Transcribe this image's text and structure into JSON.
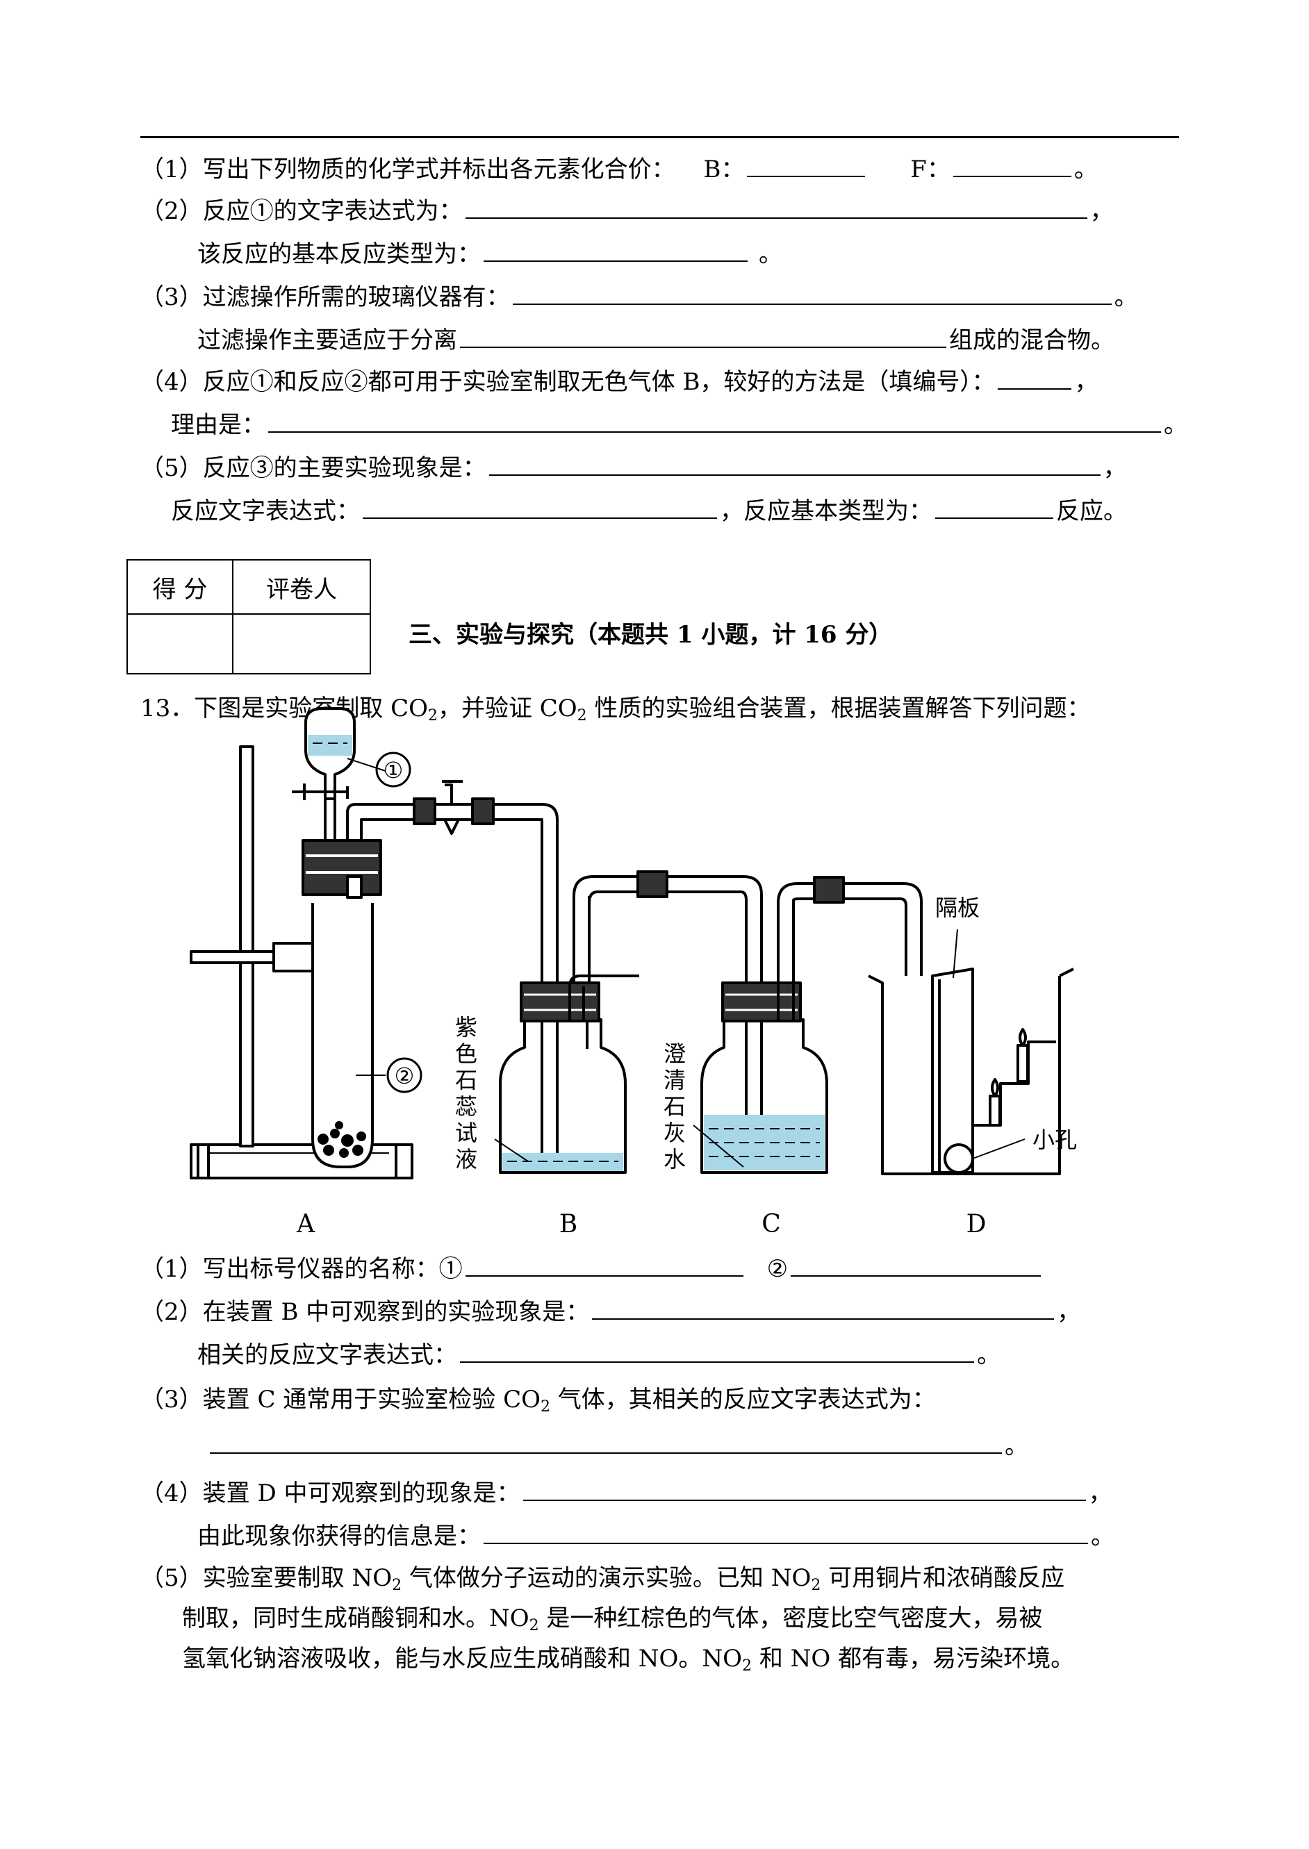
{
  "q12": {
    "p1_text": "（1）写出下列物质的化学式并标出各元素化合价：",
    "p1_b": "B：",
    "p1_f": "F：",
    "p1_end": "。",
    "p2_text": "（2）反应①的文字表达式为：",
    "p2_end": "，",
    "p2b_text": "该反应的基本反应类型为：",
    "p2b_end": "。",
    "p3_text": "（3）过滤操作所需的玻璃仪器有：",
    "p3_end": "。",
    "p3b_text": "过滤操作主要适应于分离",
    "p3b_end": "组成的混合物。",
    "p4_text": "（4）反应①和反应②都可用于实验室制取无色气体 B，较好的方法是（填编号）：",
    "p4_end": "，",
    "p4b_text": "理由是：",
    "p4b_end": "。",
    "p5_text": "（5）反应③的主要实验现象是：",
    "p5_end": "，",
    "p5b_text": "反应文字表达式：",
    "p5b_mid": "，反应基本类型为：",
    "p5b_end": "反应。"
  },
  "score_table": {
    "score_label": "得  分",
    "grader_label": "评卷人"
  },
  "section3": {
    "title": "三、实验与探究（本题共 1 小题，计 16 分）"
  },
  "q13": {
    "intro_a": "13．下图是实验室制取 CO",
    "intro_b": "，并验证 CO",
    "intro_c": " 性质的实验组合装置，根据装置解答下列问题：",
    "sub2": "2",
    "figure": {
      "label_1": "①",
      "label_2": "②",
      "label_partition": "隔板",
      "label_litmus": [
        "紫",
        "色",
        "石",
        "蕊",
        "试",
        "液"
      ],
      "label_limewater": [
        "澄",
        "清",
        "石",
        "灰",
        "水"
      ],
      "label_hole": "小孔",
      "app_A": "A",
      "app_B": "B",
      "app_C": "C",
      "app_D": "D"
    },
    "p1_text": "（1）写出标号仪器的名称：①",
    "p1_mid": "②",
    "p2_text": "（2）在装置 B 中可观察到的实验现象是：",
    "p2_end": "，",
    "p2b_text": "相关的反应文字表达式：",
    "p2b_end": "。",
    "p3_a": "（3）装置 C 通常用于实验室检验 CO",
    "p3_b": " 气体，其相关的反应文字表达式为：",
    "p3_end": "。",
    "p4_text": "（4）装置 D 中可观察到的现象是：",
    "p4_end": "，",
    "p4b_text": "由此现象你获得的信息是：",
    "p4b_end": "。",
    "p5_a": "（5）实验室要制取 NO",
    "p5_b": " 气体做分子运动的演示实验。已知 NO",
    "p5_c": " 可用铜片和浓硝酸反应",
    "p5_line2_a": "制取，同时生成硝酸铜和水。NO",
    "p5_line2_b": " 是一种红棕色的气体，密度比空气密度大，易被",
    "p5_line3_a": "氢氧化钠溶液吸收，能与水反应生成硝酸和 NO。NO",
    "p5_line3_b": " 和 NO 都有毒，易污染环境。"
  },
  "colors": {
    "liquid": "#a8d8e8"
  }
}
